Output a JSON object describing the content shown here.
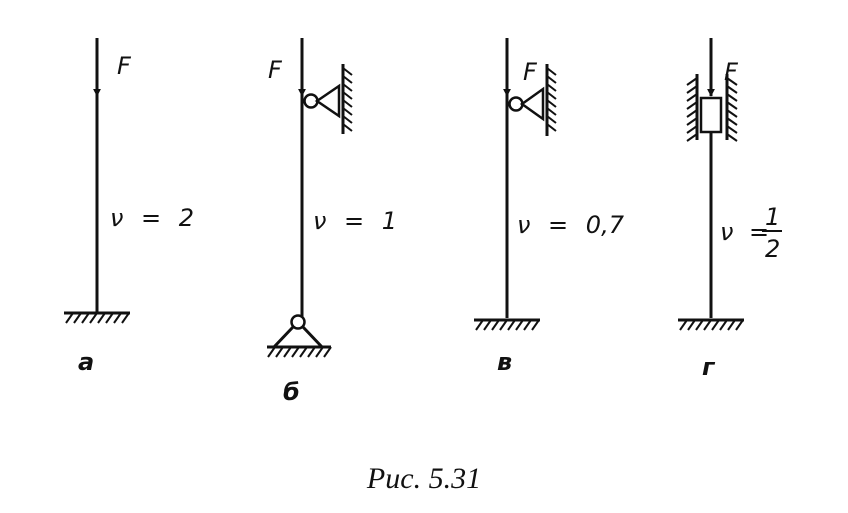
{
  "figure": {
    "caption": "Рис. 5.31",
    "force_label": "F",
    "nu_symbol": "ν",
    "equals": "=",
    "columns": [
      {
        "id": "a",
        "sublabel": "а",
        "nu": "2"
      },
      {
        "id": "b",
        "sublabel": "б",
        "nu": "1"
      },
      {
        "id": "v",
        "sublabel": "в",
        "nu": "0,7"
      },
      {
        "id": "g",
        "sublabel": "г",
        "nu_num": "1",
        "nu_den": "2"
      }
    ]
  },
  "colors": {
    "ink": "#111111",
    "background": "#ffffff"
  }
}
